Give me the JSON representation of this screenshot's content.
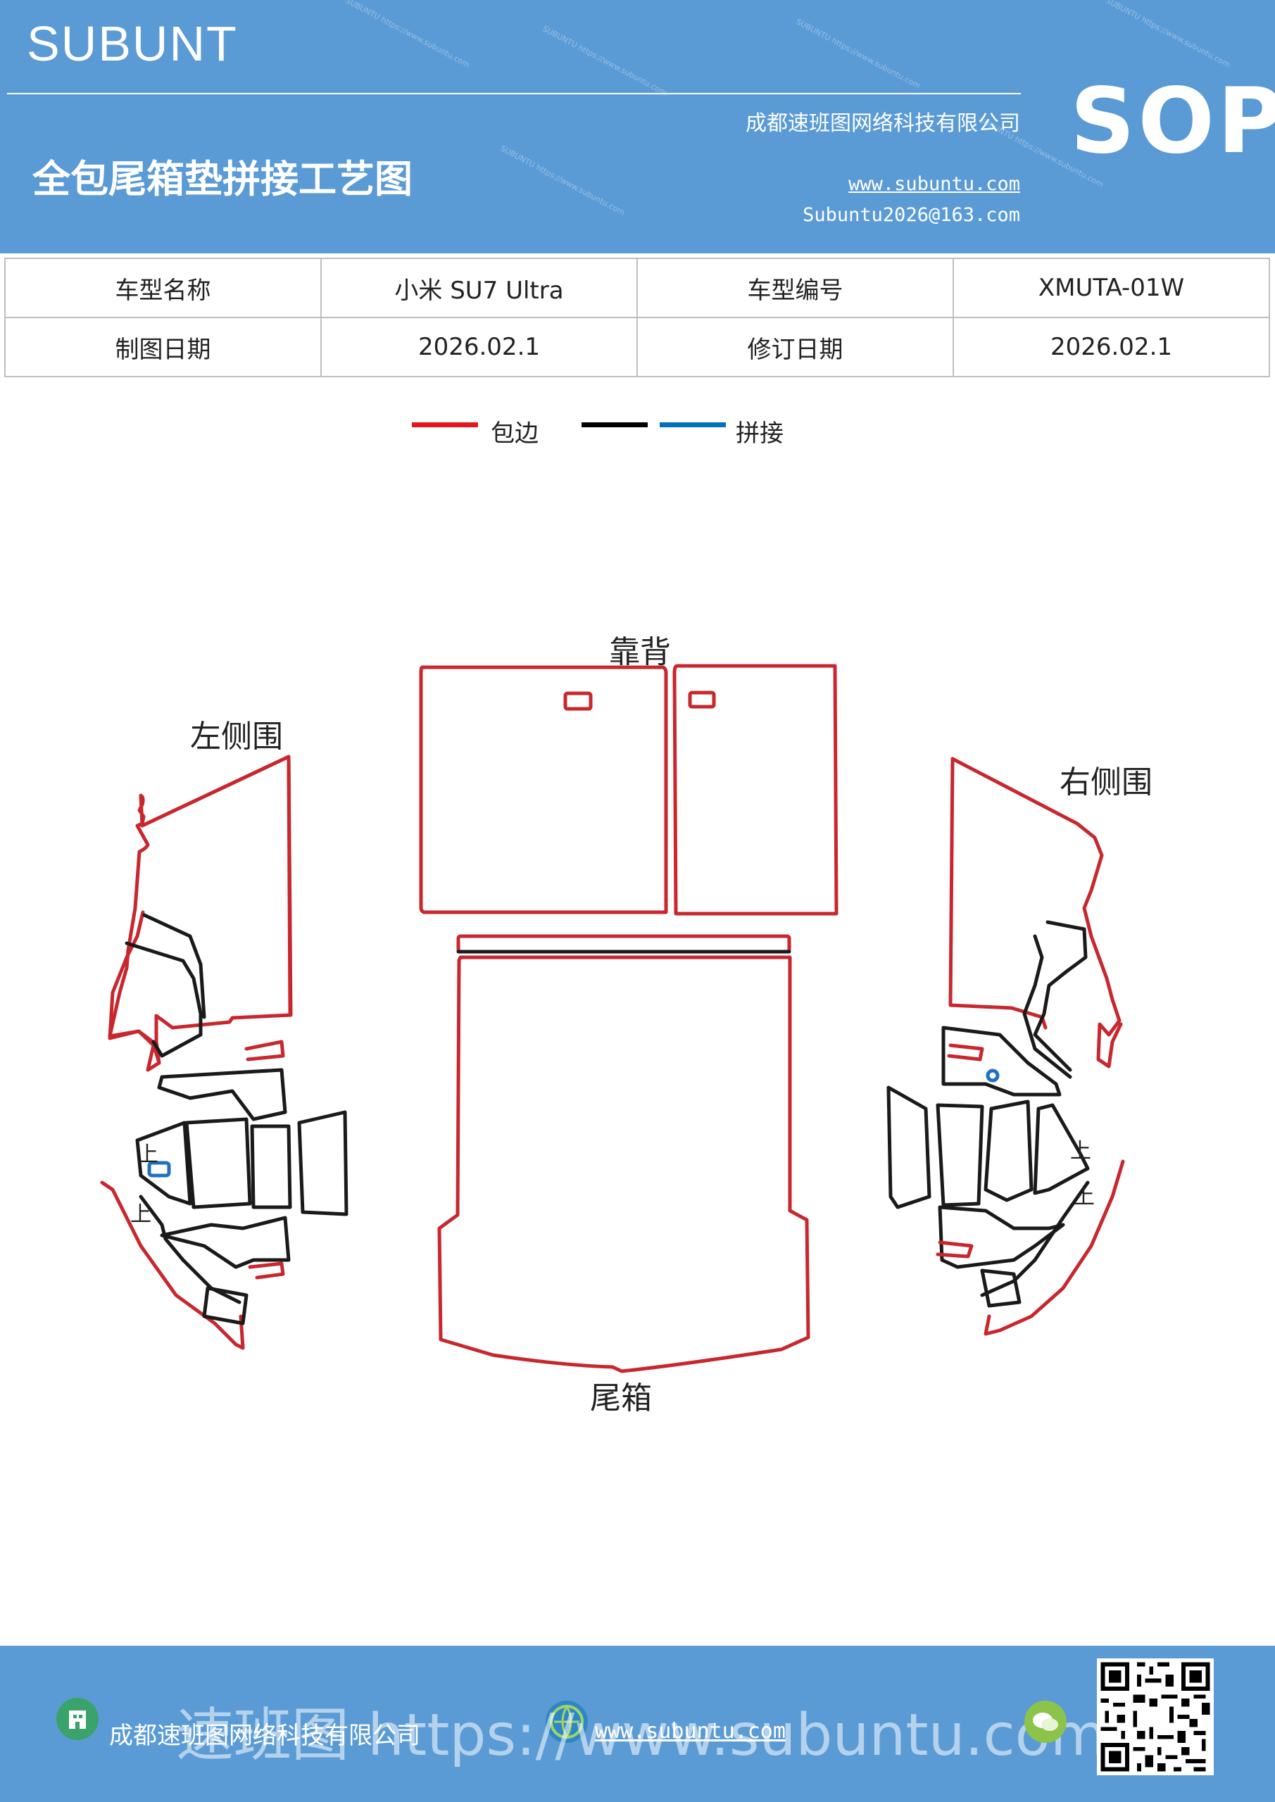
{
  "header": {
    "brand": "SUBUNT",
    "title": "全包尾箱垫拼接工艺图",
    "company": "成都速班图网络科技有限公司",
    "website": "www.subuntu.com",
    "email": "Subuntu2026@163.com",
    "badge": "SOP",
    "watermark": "SUBUNTU https://www.subuntu.com"
  },
  "info_table": {
    "rows": [
      [
        "车型名称",
        "小米 SU7  Ultra",
        "车型编号",
        "XMUTA-01W"
      ],
      [
        "制图日期",
        "2026.02.1",
        "修订日期",
        "2026.02.1"
      ]
    ]
  },
  "legend": {
    "items": [
      {
        "label": "包边",
        "color": "#e8141b"
      },
      {
        "label": "",
        "color": "#000000"
      },
      {
        "label": "拼接",
        "color": "#0070c0"
      }
    ]
  },
  "diagram": {
    "labels": {
      "back": "靠背",
      "left": "左侧围",
      "right": "右侧围",
      "trunk": "尾箱"
    },
    "up_marker": "上",
    "colors": {
      "edge": "#c8272d",
      "seam": "#1a1a1a",
      "hole": "#1f6fc2"
    }
  },
  "footer": {
    "company": "成都速班图网络科技有限公司",
    "website": "www.subuntu.com",
    "overlay_url": "速班图 https://www.subuntu.com"
  }
}
